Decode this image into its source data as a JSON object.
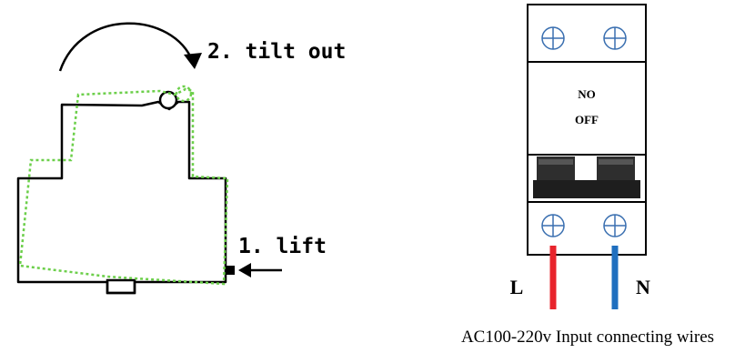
{
  "removal_diagram": {
    "step_tilt": "2. tilt out",
    "step_lift": "1. lift"
  },
  "breaker": {
    "switch_text_line1": "NO",
    "switch_text_line2": "OFF"
  },
  "wiring": {
    "terminal_left_label": "L",
    "terminal_right_label": "N",
    "caption": "AC100-220v Input connecting wires",
    "wire_colors": {
      "L": "#e8242c",
      "N": "#1f6fbf"
    }
  },
  "colors": {
    "outline": "#000000",
    "dotted_outline": "#6ccf4a",
    "terminal_blue": "#3a6fb0",
    "switch_dark": "#2e2e2e"
  }
}
